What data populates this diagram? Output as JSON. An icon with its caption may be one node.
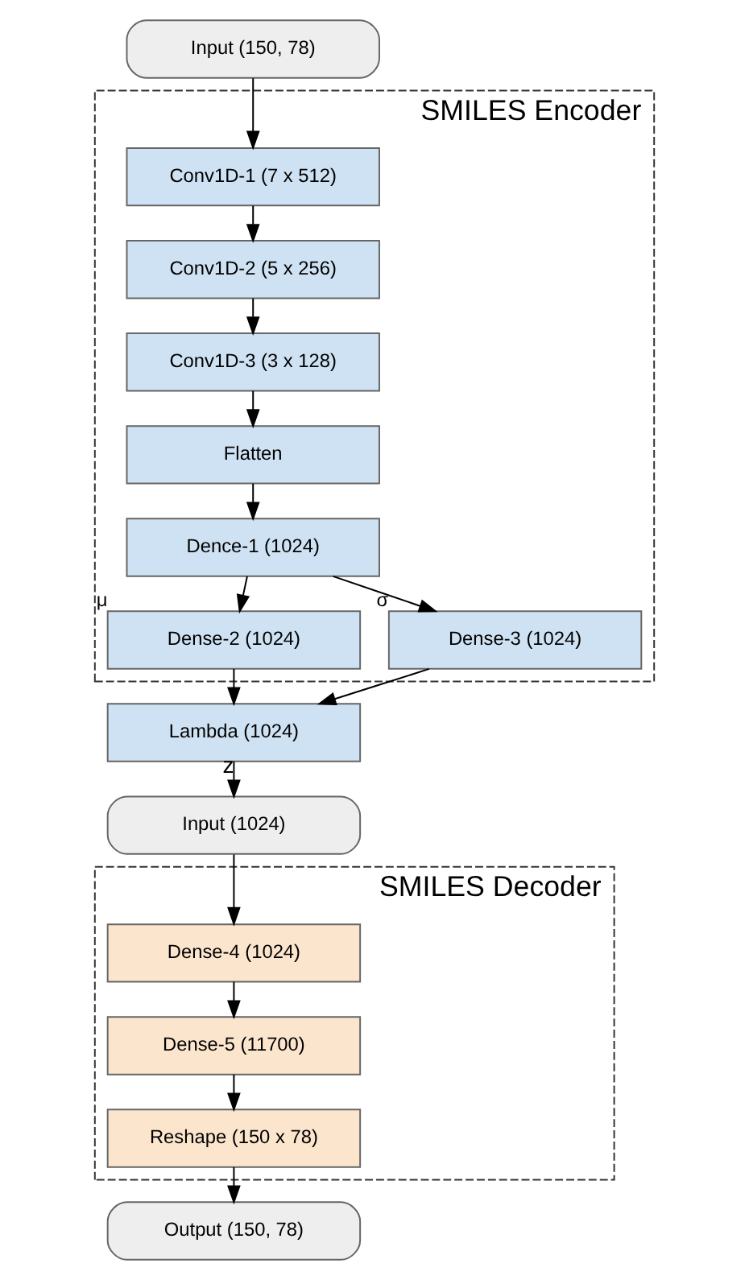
{
  "diagram": {
    "nodes": [
      {
        "text": [
          "Input (150, 78)"
        ]
      },
      {
        "text": [
          "SMILES Encoder"
        ]
      },
      {
        "text": [
          "Conv1D-1 (7 x 512)"
        ],
        "in": 1
      },
      {
        "text": [
          "Conv1D-2 (5 x 256)"
        ],
        "in": 1
      },
      {
        "text": [
          "Conv1D-3 (3 x 128)"
        ],
        "in": 1
      },
      {
        "text": [
          "Flatten"
        ],
        "in": 1
      },
      {
        "text": [
          "Dence-1 (1024)"
        ],
        "in": 1
      },
      {
        "text": [
          "Dense-2 (1024)"
        ],
        "in": 1,
        "beside": [
          "μ"
        ]
      },
      {
        "text": [
          "Dense-3 (1024)"
        ],
        "in": 1,
        "beside": [
          "σ"
        ]
      },
      {
        "text": [
          "Lambda (1024)"
        ]
      },
      {
        "text": [
          "Input (1024)"
        ]
      },
      {
        "text": [
          "SMILES Decoder"
        ]
      },
      {
        "text": [
          "Dense-4 (1024)"
        ],
        "in": 11
      },
      {
        "text": [
          "Dense-5 (11700)"
        ],
        "in": 11
      },
      {
        "text": [
          "Reshape (150 x 78)"
        ],
        "in": 11
      },
      {
        "text": [
          "Output (150, 78)"
        ]
      }
    ],
    "edges": [
      {
        "from": 0,
        "to": 2,
        "arrow": "to"
      },
      {
        "from": 2,
        "to": 3,
        "arrow": "to"
      },
      {
        "from": 3,
        "to": 4,
        "arrow": "to"
      },
      {
        "from": 4,
        "to": 5,
        "arrow": "to"
      },
      {
        "from": 5,
        "to": 6,
        "arrow": "to"
      },
      {
        "from": 6,
        "to": 7,
        "arrow": "to"
      },
      {
        "from": 6,
        "to": 8,
        "arrow": "to"
      },
      {
        "from": 7,
        "to": 9,
        "arrow": "to"
      },
      {
        "from": 8,
        "to": 9,
        "arrow": "to"
      },
      {
        "from": 9,
        "to": 10,
        "arrow": "to",
        "label": "z"
      },
      {
        "from": 10,
        "to": 12,
        "arrow": "to"
      },
      {
        "from": 12,
        "to": 13,
        "arrow": "to"
      },
      {
        "from": 13,
        "to": 14,
        "arrow": "to"
      },
      {
        "from": 14,
        "to": 15,
        "arrow": "to"
      }
    ]
  }
}
